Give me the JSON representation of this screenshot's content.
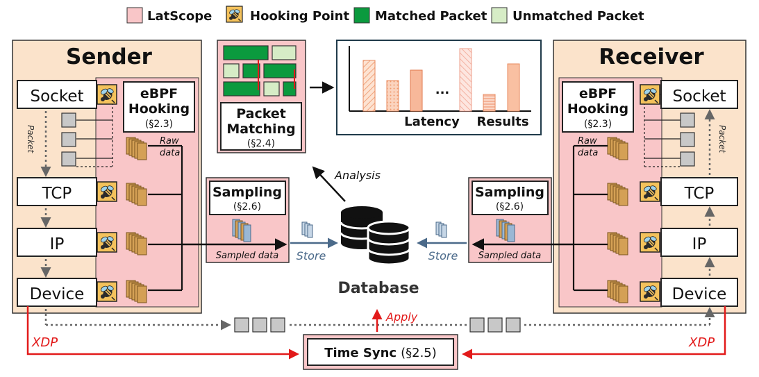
{
  "legend": {
    "latscope": "LatScope",
    "hooking_point": "Hooking Point",
    "matched_packet": "Matched Packet",
    "unmatched_packet": "Unmatched Packet"
  },
  "colors": {
    "latscope_fill": "#f9c6c8",
    "host_fill": "#fbe3cb",
    "matched_fill": "#0b9a3e",
    "unmatched_fill": "#d6ecc6",
    "red_arrow": "#e21a1a",
    "store_arrow": "#4b6a8a",
    "store_text": "#4b6a8a"
  },
  "sender": {
    "title": "Sender",
    "layers": [
      "Socket",
      "TCP",
      "IP",
      "Device"
    ],
    "packet_label": "Packet",
    "ebpf_line1": "eBPF",
    "ebpf_line2": "Hooking",
    "ebpf_ref": "(§2.3)",
    "raw_line1": "Raw",
    "raw_line2": "data",
    "xdp": "XDP"
  },
  "receiver": {
    "title": "Receiver",
    "layers": [
      "Socket",
      "TCP",
      "IP",
      "Device"
    ],
    "packet_label": "Packet",
    "ebpf_line1": "eBPF",
    "ebpf_line2": "Hooking",
    "ebpf_ref": "(§2.3)",
    "raw_line1": "Raw",
    "raw_line2": "data",
    "xdp": "XDP"
  },
  "packet_matching": {
    "line1": "Packet",
    "line2": "Matching",
    "ref": "(§2.4)"
  },
  "latency_results": {
    "label1": "Latency",
    "label2": "Results",
    "ellipsis": "..."
  },
  "sampling_left": {
    "title": "Sampling",
    "ref": "(§2.6)",
    "caption": "Sampled data"
  },
  "sampling_right": {
    "title": "Sampling",
    "ref": "(§2.6)",
    "caption": "Sampled data"
  },
  "database": {
    "label": "Database",
    "analysis": "Analysis",
    "store_left": "Store",
    "store_right": "Store",
    "apply": "Apply"
  },
  "time_sync": {
    "title": "Time Sync",
    "ref": "(§2.5)"
  }
}
